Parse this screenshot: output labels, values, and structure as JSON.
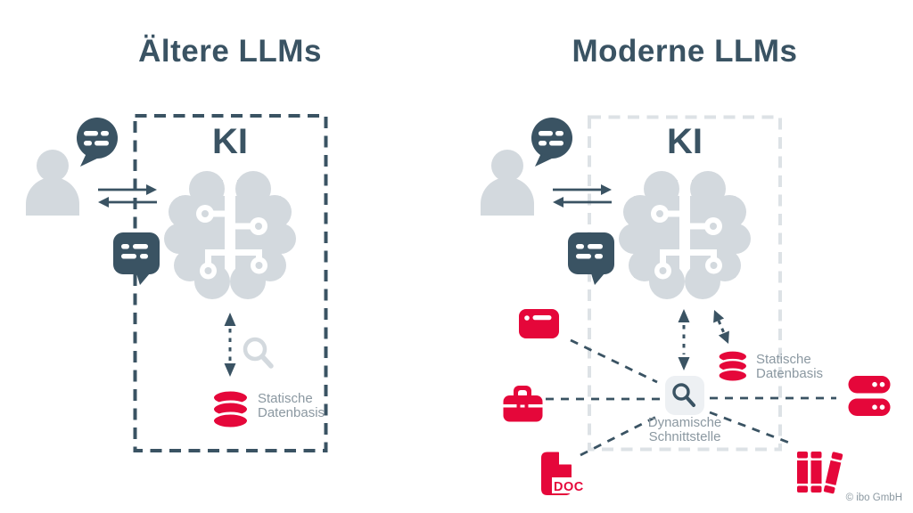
{
  "left": {
    "title": "Ältere LLMs",
    "ki_label": "KI",
    "database_label_line1": "Statische",
    "database_label_line2": "Datenbasis"
  },
  "right": {
    "title": "Moderne LLMs",
    "ki_label": "KI",
    "database_label_line1": "Statische",
    "database_label_line2": "Datenbasis",
    "interface_label_line1": "Dynamische",
    "interface_label_line2": "Schnittstelle",
    "doc_label": "DOC"
  },
  "footer": {
    "copyright": "© ibo GmbH"
  },
  "colors": {
    "slate": "#3a5363",
    "light_gray_icon": "#d3d9de",
    "light_box_dash": "#dde2e6",
    "red": "#e5073a",
    "gray_text": "#8b98a1",
    "search_box_bg": "#edf0f3"
  },
  "icons": {
    "user": "person-silhouette",
    "chat-bubble": "round-speech-bubble",
    "chat-reply": "square-speech-bubble",
    "exchange-arrows": "left-right-arrows",
    "brain": "brain-with-circuit-nodes",
    "search": "magnifier",
    "database": "stacked-cylinder",
    "website": "browser-card",
    "briefcase": "case-with-handle",
    "doc-file": "page-with-folded-corner",
    "books": "three-book-spines",
    "server": "two-server-racks"
  }
}
